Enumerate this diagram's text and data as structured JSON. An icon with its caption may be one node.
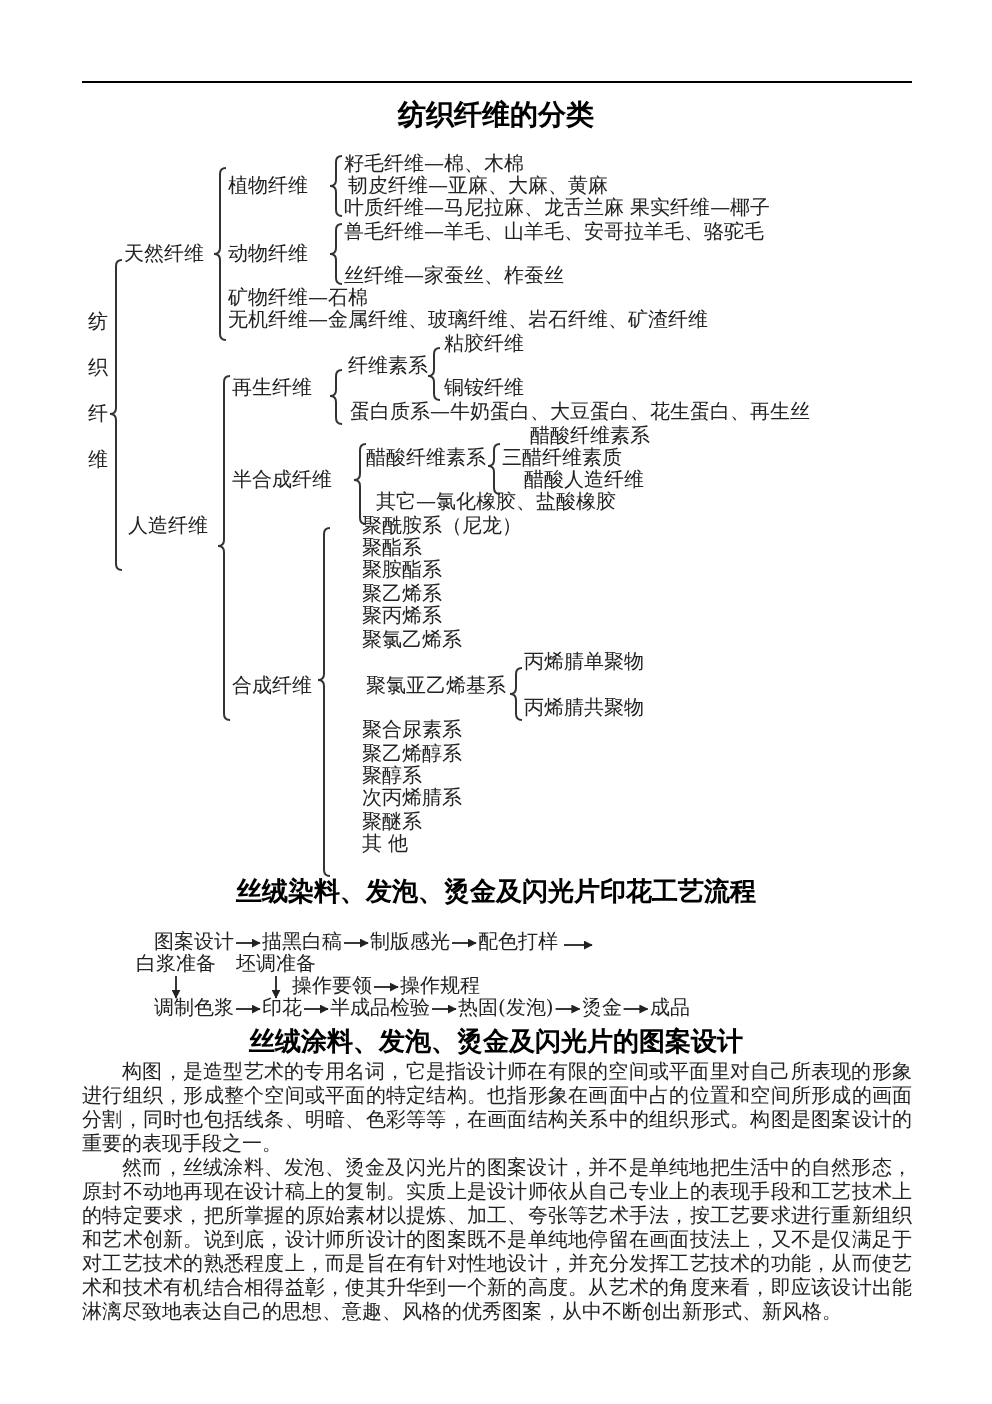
{
  "diagram": {
    "title": "纺织纤维的分类",
    "nodes": [
      {
        "text": [
          "图案设计"
        ]
      },
      {
        "text": [
          "描黑白稿"
        ]
      },
      {
        "text": [
          "制版感光"
        ]
      },
      {
        "text": [
          "配色打样"
        ]
      },
      {
        "text": [
          "白浆准备"
        ]
      },
      {
        "text": [
          "坯调准备"
        ]
      },
      {
        "text": [
          "操作要领"
        ]
      },
      {
        "text": [
          "操作规程"
        ]
      },
      {
        "text": [
          "调制色浆"
        ]
      },
      {
        "text": [
          "印花"
        ]
      },
      {
        "text": [
          "半成品检验"
        ]
      },
      {
        "text": [
          "热固(发泡)"
        ]
      },
      {
        "text": [
          "烫金"
        ]
      },
      {
        "text": [
          "成品"
        ]
      }
    ],
    "edges": [
      {
        "from": 0,
        "to": 1,
        "arrow": "to"
      },
      {
        "from": 1,
        "to": 2,
        "arrow": "to"
      },
      {
        "from": 2,
        "to": 3,
        "arrow": "to"
      },
      {
        "from": 3,
        "to": null,
        "arrow": "to"
      },
      {
        "from": 4,
        "to": 8,
        "arrow": "to"
      },
      {
        "from": 5,
        "to": 9,
        "arrow": "to"
      },
      {
        "from": 6,
        "to": 7,
        "arrow": "to"
      },
      {
        "from": 8,
        "to": 9,
        "arrow": "to"
      },
      {
        "from": 9,
        "to": 10,
        "arrow": "to"
      },
      {
        "from": 10,
        "to": 11,
        "arrow": "to"
      },
      {
        "from": 11,
        "to": 12,
        "arrow": "to"
      },
      {
        "from": 12,
        "to": 13,
        "arrow": "to"
      }
    ],
    "labels": [
      "籽毛纤维—棉、木棉",
      "植物纤维",
      "韧皮纤维—亚麻、大麻、黄麻",
      "叶质纤维—马尼拉麻、龙舌兰麻 果实纤维—椰子",
      "兽毛纤维—羊毛、山羊毛、安哥拉羊毛、骆驼毛",
      "天然纤维",
      "动物纤维",
      "丝纤维—家蚕丝、柞蚕丝",
      "矿物纤维—石棉",
      "纺织纤维",
      "无机纤维—金属纤维、玻璃纤维、岩石纤维、矿渣纤维",
      "粘胶纤维",
      "纤维素系",
      "再生纤维",
      "铜铵纤维",
      "蛋白质系—牛奶蛋白、大豆蛋白、花生蛋白、再生丝",
      "醋酸纤维素系",
      "醋酸纤维素系",
      "三醋纤维素质",
      "半合成纤维",
      "醋酸人造纤维",
      "其它—氯化橡胶、盐酸橡胶",
      "人造纤维",
      "聚酰胺系（尼龙）",
      "聚酯系",
      "聚胺酯系",
      "聚乙烯系",
      "聚丙烯系",
      "聚氯乙烯系",
      "丙烯腈单聚物",
      "合成纤维",
      "聚氯亚乙烯基系",
      "丙烯腈共聚物",
      "聚合尿素系",
      "聚乙烯醇系",
      "聚醇系",
      "次丙烯腈系",
      "聚醚系",
      "其 他",
      "丝绒染料、发泡、烫金及闪光片印花工艺流程",
      "丝绒涂料、发泡、烫金及闪光片的图案设计",
      "构图，是造型艺术的专用名词，它是指设计师在有限的空间或平面里对自己所表现的形象进行组织，形成整个空间或平面的特定结构。也指形象在画面中占的位置和空间所形成的画面分割，同时也包括线条、明暗、色彩等等，在画面结构关系中的组织形式。构图是图案设计的重要的表现手段之一。",
      "然而，丝绒涂料、发泡、烫金及闪光片的图案设计，并不是单纯地把生活中的自然形态，原封不动地再现在设计稿上的复制。实质上是设计师依从自己专业上的表现手段和工艺技术上的特定要求，把所掌握的原始素材以提炼、加工、夸张等艺术手法，按工艺要求进行重新组织和艺术创新。说到底，设计师所设计的图案既不是单纯地停留在画面技法上，又不是仅满足于对工艺技术的熟悉程度上，而是旨在有针对性地设计，并充分发挥工艺技术的功能，从而使艺术和技术有机结合相得益彰，使其升华到一个新的高度。从艺术的角度来看，即应该设计出能淋漓尽致地表达自己的思想、意趣、风格的优秀图案，从中不断创出新形式、新风格。"
    ]
  }
}
